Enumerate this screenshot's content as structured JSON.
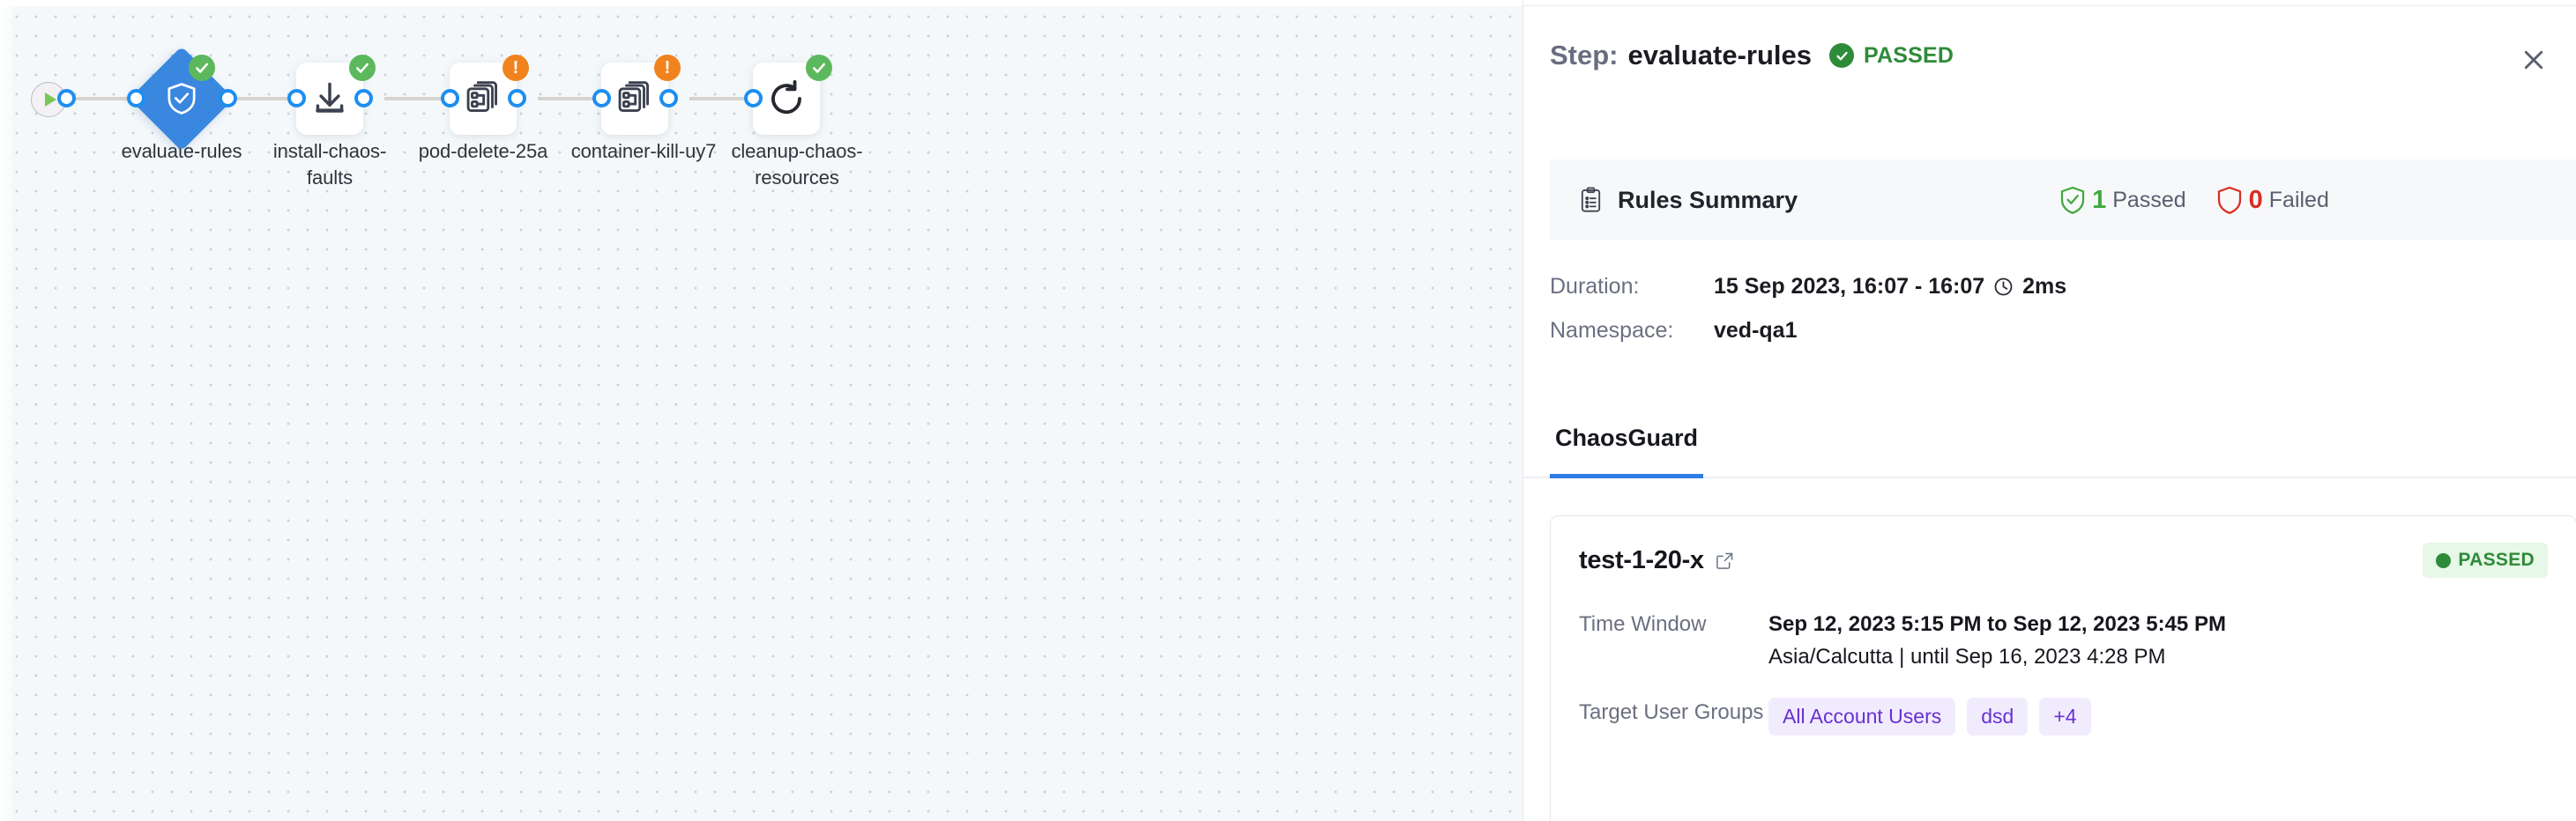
{
  "canvas": {
    "start_node": {
      "icon": "play-icon",
      "label": ""
    },
    "nodes": [
      {
        "id": "evaluate-rules",
        "label": "evaluate-rules",
        "shape": "diamond",
        "icon": "shield-check-icon",
        "status": "success",
        "badge_icon": "check-icon"
      },
      {
        "id": "install-chaos-faults",
        "label": "install-chaos-faults",
        "shape": "square",
        "icon": "download-icon",
        "status": "success",
        "badge_icon": "check-icon"
      },
      {
        "id": "pod-delete-25a",
        "label": "pod-delete-25a",
        "shape": "square",
        "icon": "chaos-fault-icon",
        "status": "warning",
        "badge_icon": "exclamation-icon"
      },
      {
        "id": "container-kill-uy7",
        "label": "container-kill-uy7",
        "shape": "square",
        "icon": "chaos-fault-icon",
        "status": "warning",
        "badge_icon": "exclamation-icon"
      },
      {
        "id": "cleanup-chaos-resources",
        "label": "cleanup-chaos-resources",
        "shape": "square",
        "icon": "refresh-icon",
        "status": "success",
        "badge_icon": "check-icon"
      }
    ]
  },
  "panel": {
    "header": {
      "step_label": "Step:",
      "step_name": "evaluate-rules",
      "status_text": "PASSED",
      "status_icon": "check-circle-icon",
      "close_icon": "close-icon"
    },
    "rules_summary": {
      "icon": "clipboard-icon",
      "title": "Rules Summary",
      "passed_count": "1",
      "passed_label": "Passed",
      "failed_count": "0",
      "failed_label": "Failed"
    },
    "meta": [
      {
        "key": "Duration:",
        "value": "15 Sep 2023, 16:07 - 16:07",
        "extra": "2ms",
        "icon": "clock-icon"
      },
      {
        "key": "Namespace:",
        "value": "ved-qa1",
        "extra": "",
        "icon": ""
      }
    ],
    "tabs": [
      {
        "label": "ChaosGuard",
        "active": true
      }
    ],
    "card": {
      "title": "test-1-20-x",
      "link_icon": "external-link-icon",
      "status_text": "PASSED",
      "rows": [
        {
          "key": "Time Window",
          "line1": "Sep 12, 2023 5:15 PM to Sep 12, 2023 5:45 PM",
          "line2": "Asia/Calcutta | until Sep 16, 2023 4:28 PM"
        },
        {
          "key": "Target User Groups",
          "tags": [
            "All Account Users",
            "dsd",
            "+4"
          ]
        }
      ]
    }
  },
  "colors": {
    "accent_blue": "#2e7ce4",
    "node_blue": "#3a87df",
    "success_green": "#2e8b39",
    "warning_orange": "#f0831e",
    "fail_red": "#d92d20",
    "tag_purple": "#6930d4",
    "canvas_bg": "#f4f8fa"
  }
}
